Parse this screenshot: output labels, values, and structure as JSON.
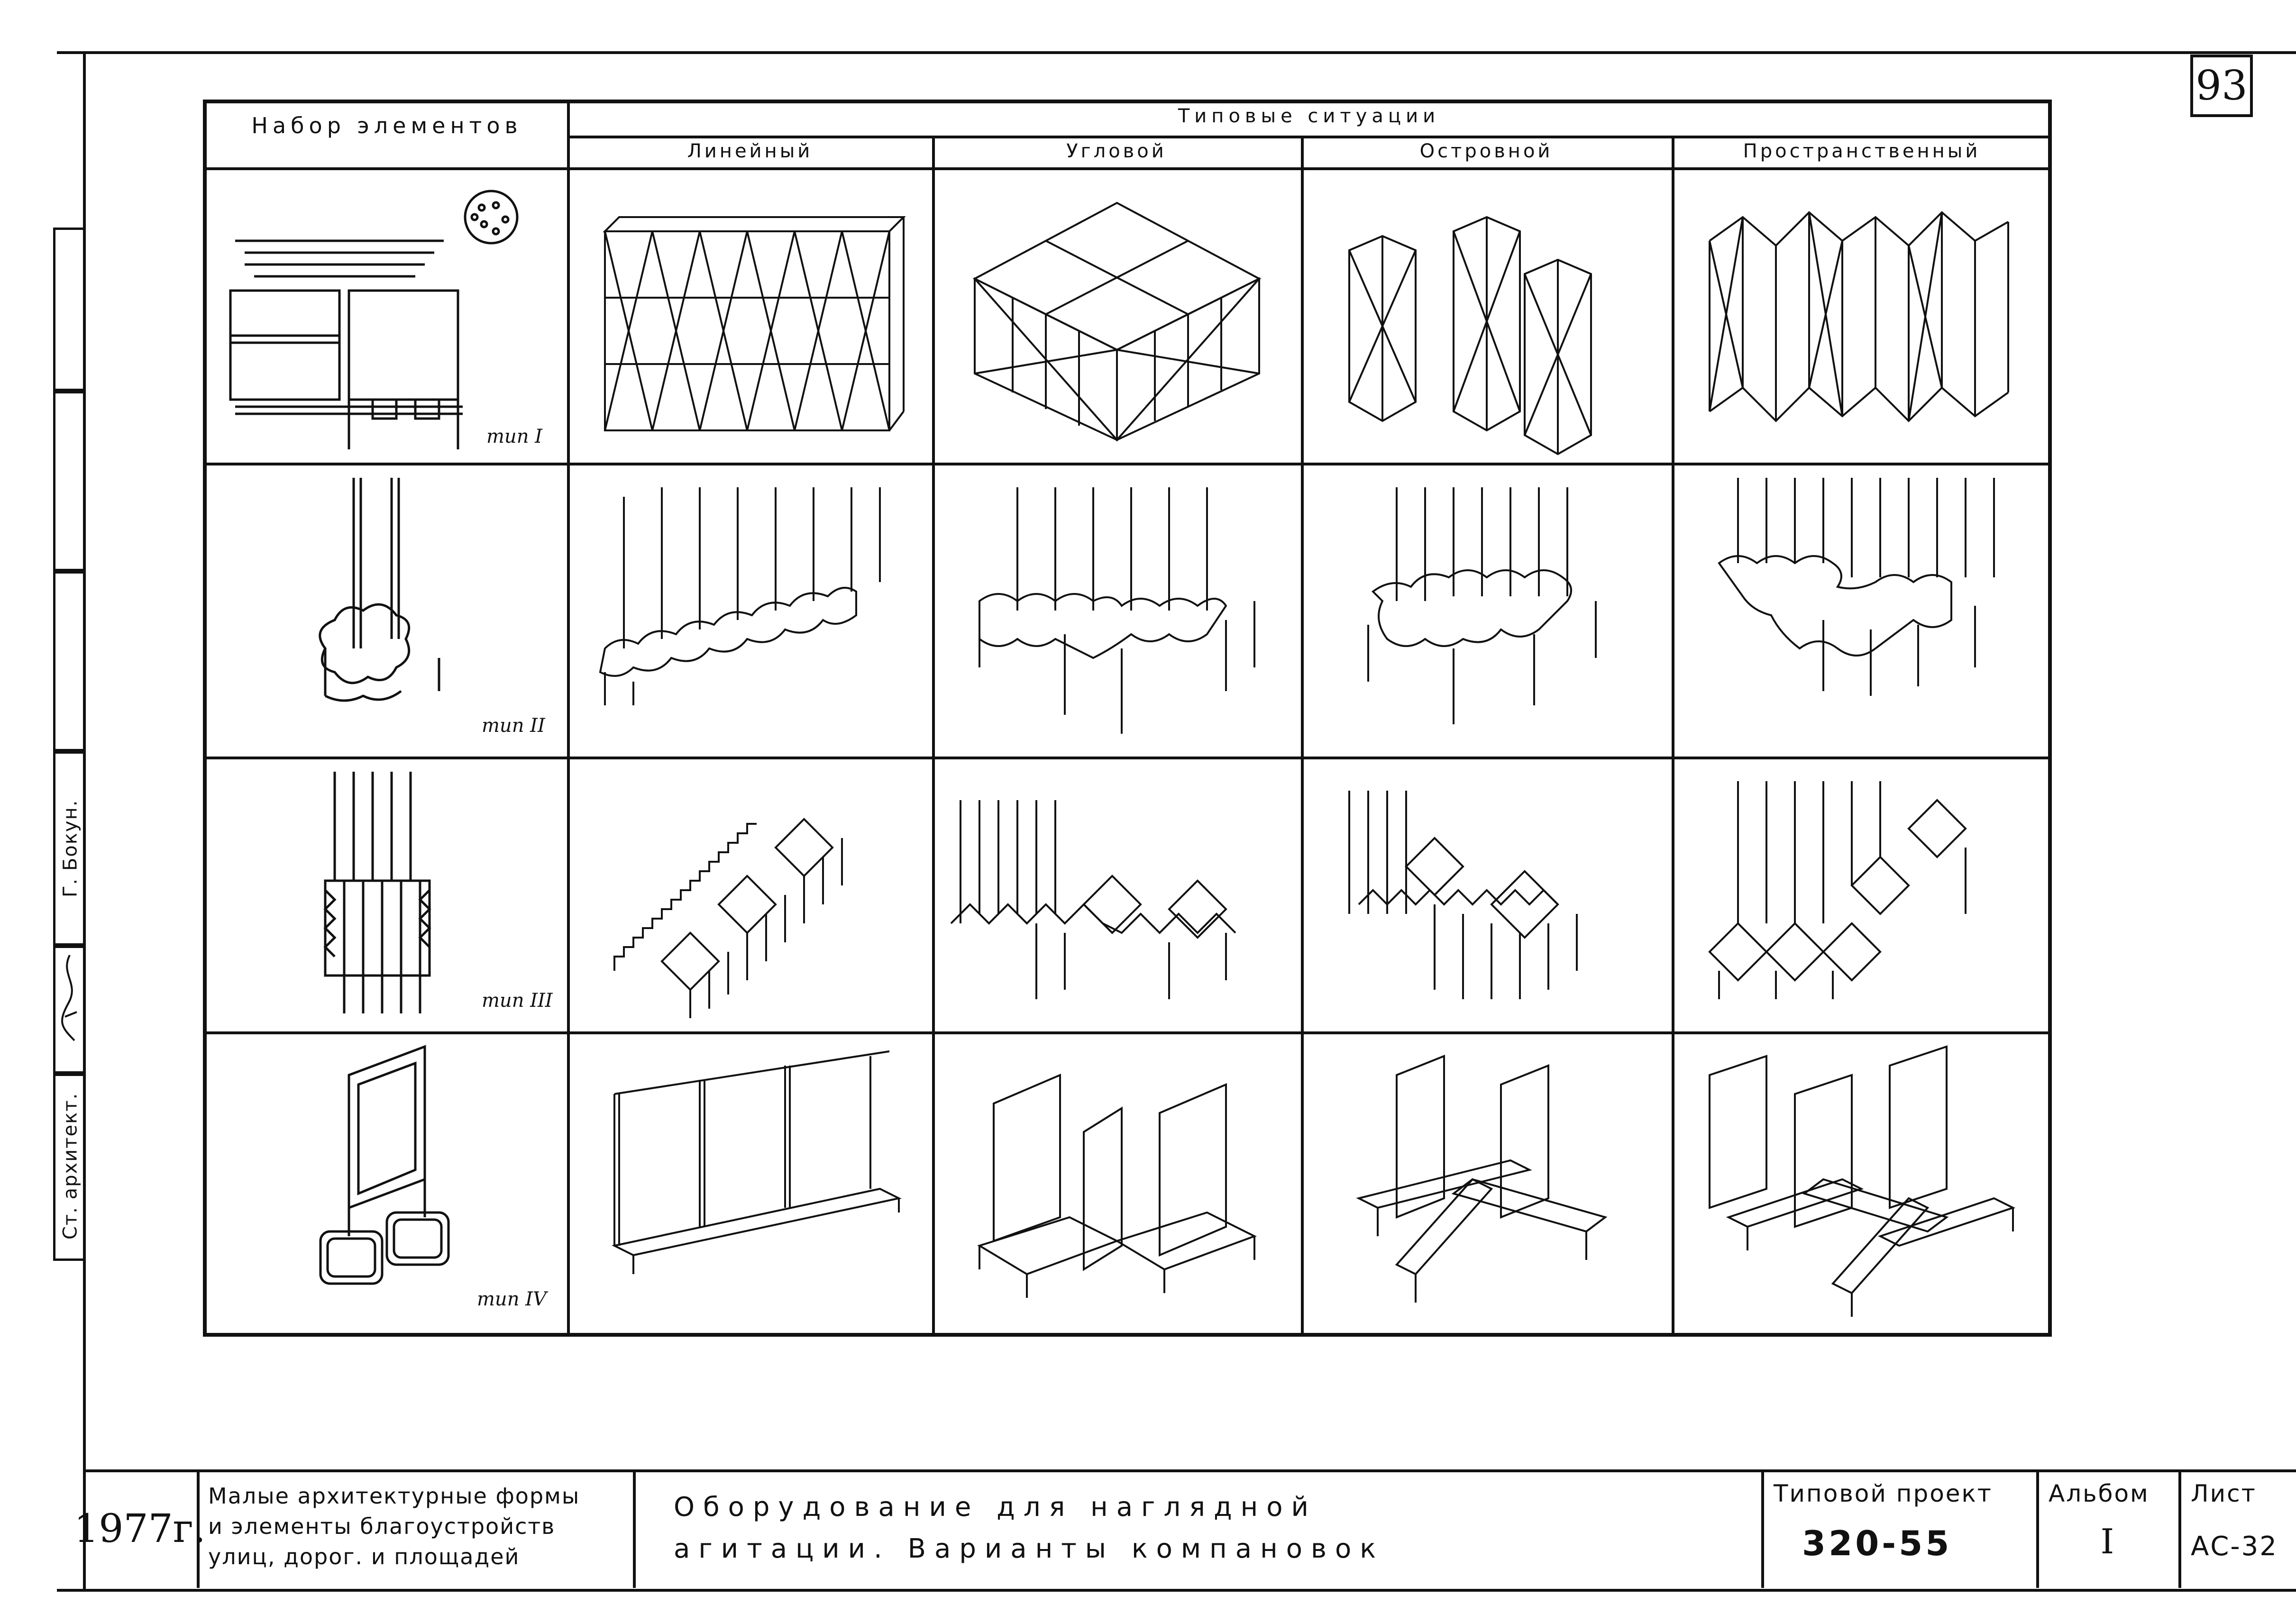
{
  "page_number": "93",
  "side_stamp": {
    "role": "Ст. архитект.",
    "name": "Г. Бокун."
  },
  "table": {
    "col0_header": "Набор элементов",
    "group_header": "Типовые ситуации",
    "columns": [
      "Линейный",
      "Угловой",
      "Островной",
      "Пространственный"
    ],
    "rows": [
      {
        "type_label": "тип I"
      },
      {
        "type_label": "тип II"
      },
      {
        "type_label": "тип III"
      },
      {
        "type_label": "тип IV"
      }
    ]
  },
  "title_block": {
    "year": "1977г.",
    "series": [
      "Малые архитектурные формы",
      "и элементы благоустройств",
      "улиц, дорог. и площадей"
    ],
    "title_line1": "Оборудование для наглядной",
    "title_line2": "агитации. Варианты компановок",
    "project_label": "Типовой проект",
    "project_value": "320-55",
    "album_label": "Альбом",
    "album_value": "I",
    "sheet_label": "Лист",
    "sheet_value": "АС-32"
  }
}
